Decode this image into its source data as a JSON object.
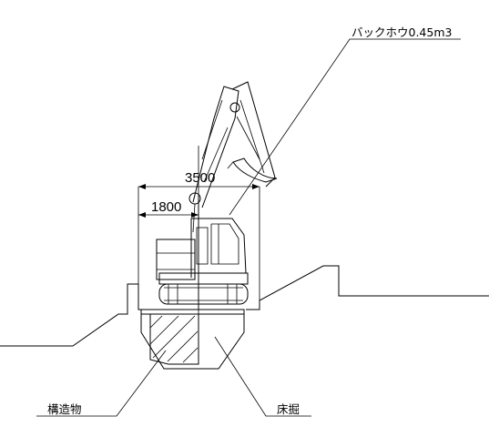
{
  "labels": {
    "excavator": "バックホウ0.45m3",
    "structure": "構造物",
    "excavation": "床掘"
  },
  "dimensions": {
    "outer": "3500",
    "inner": "1800"
  },
  "colors": {
    "line": "#000000",
    "background": "#ffffff"
  }
}
